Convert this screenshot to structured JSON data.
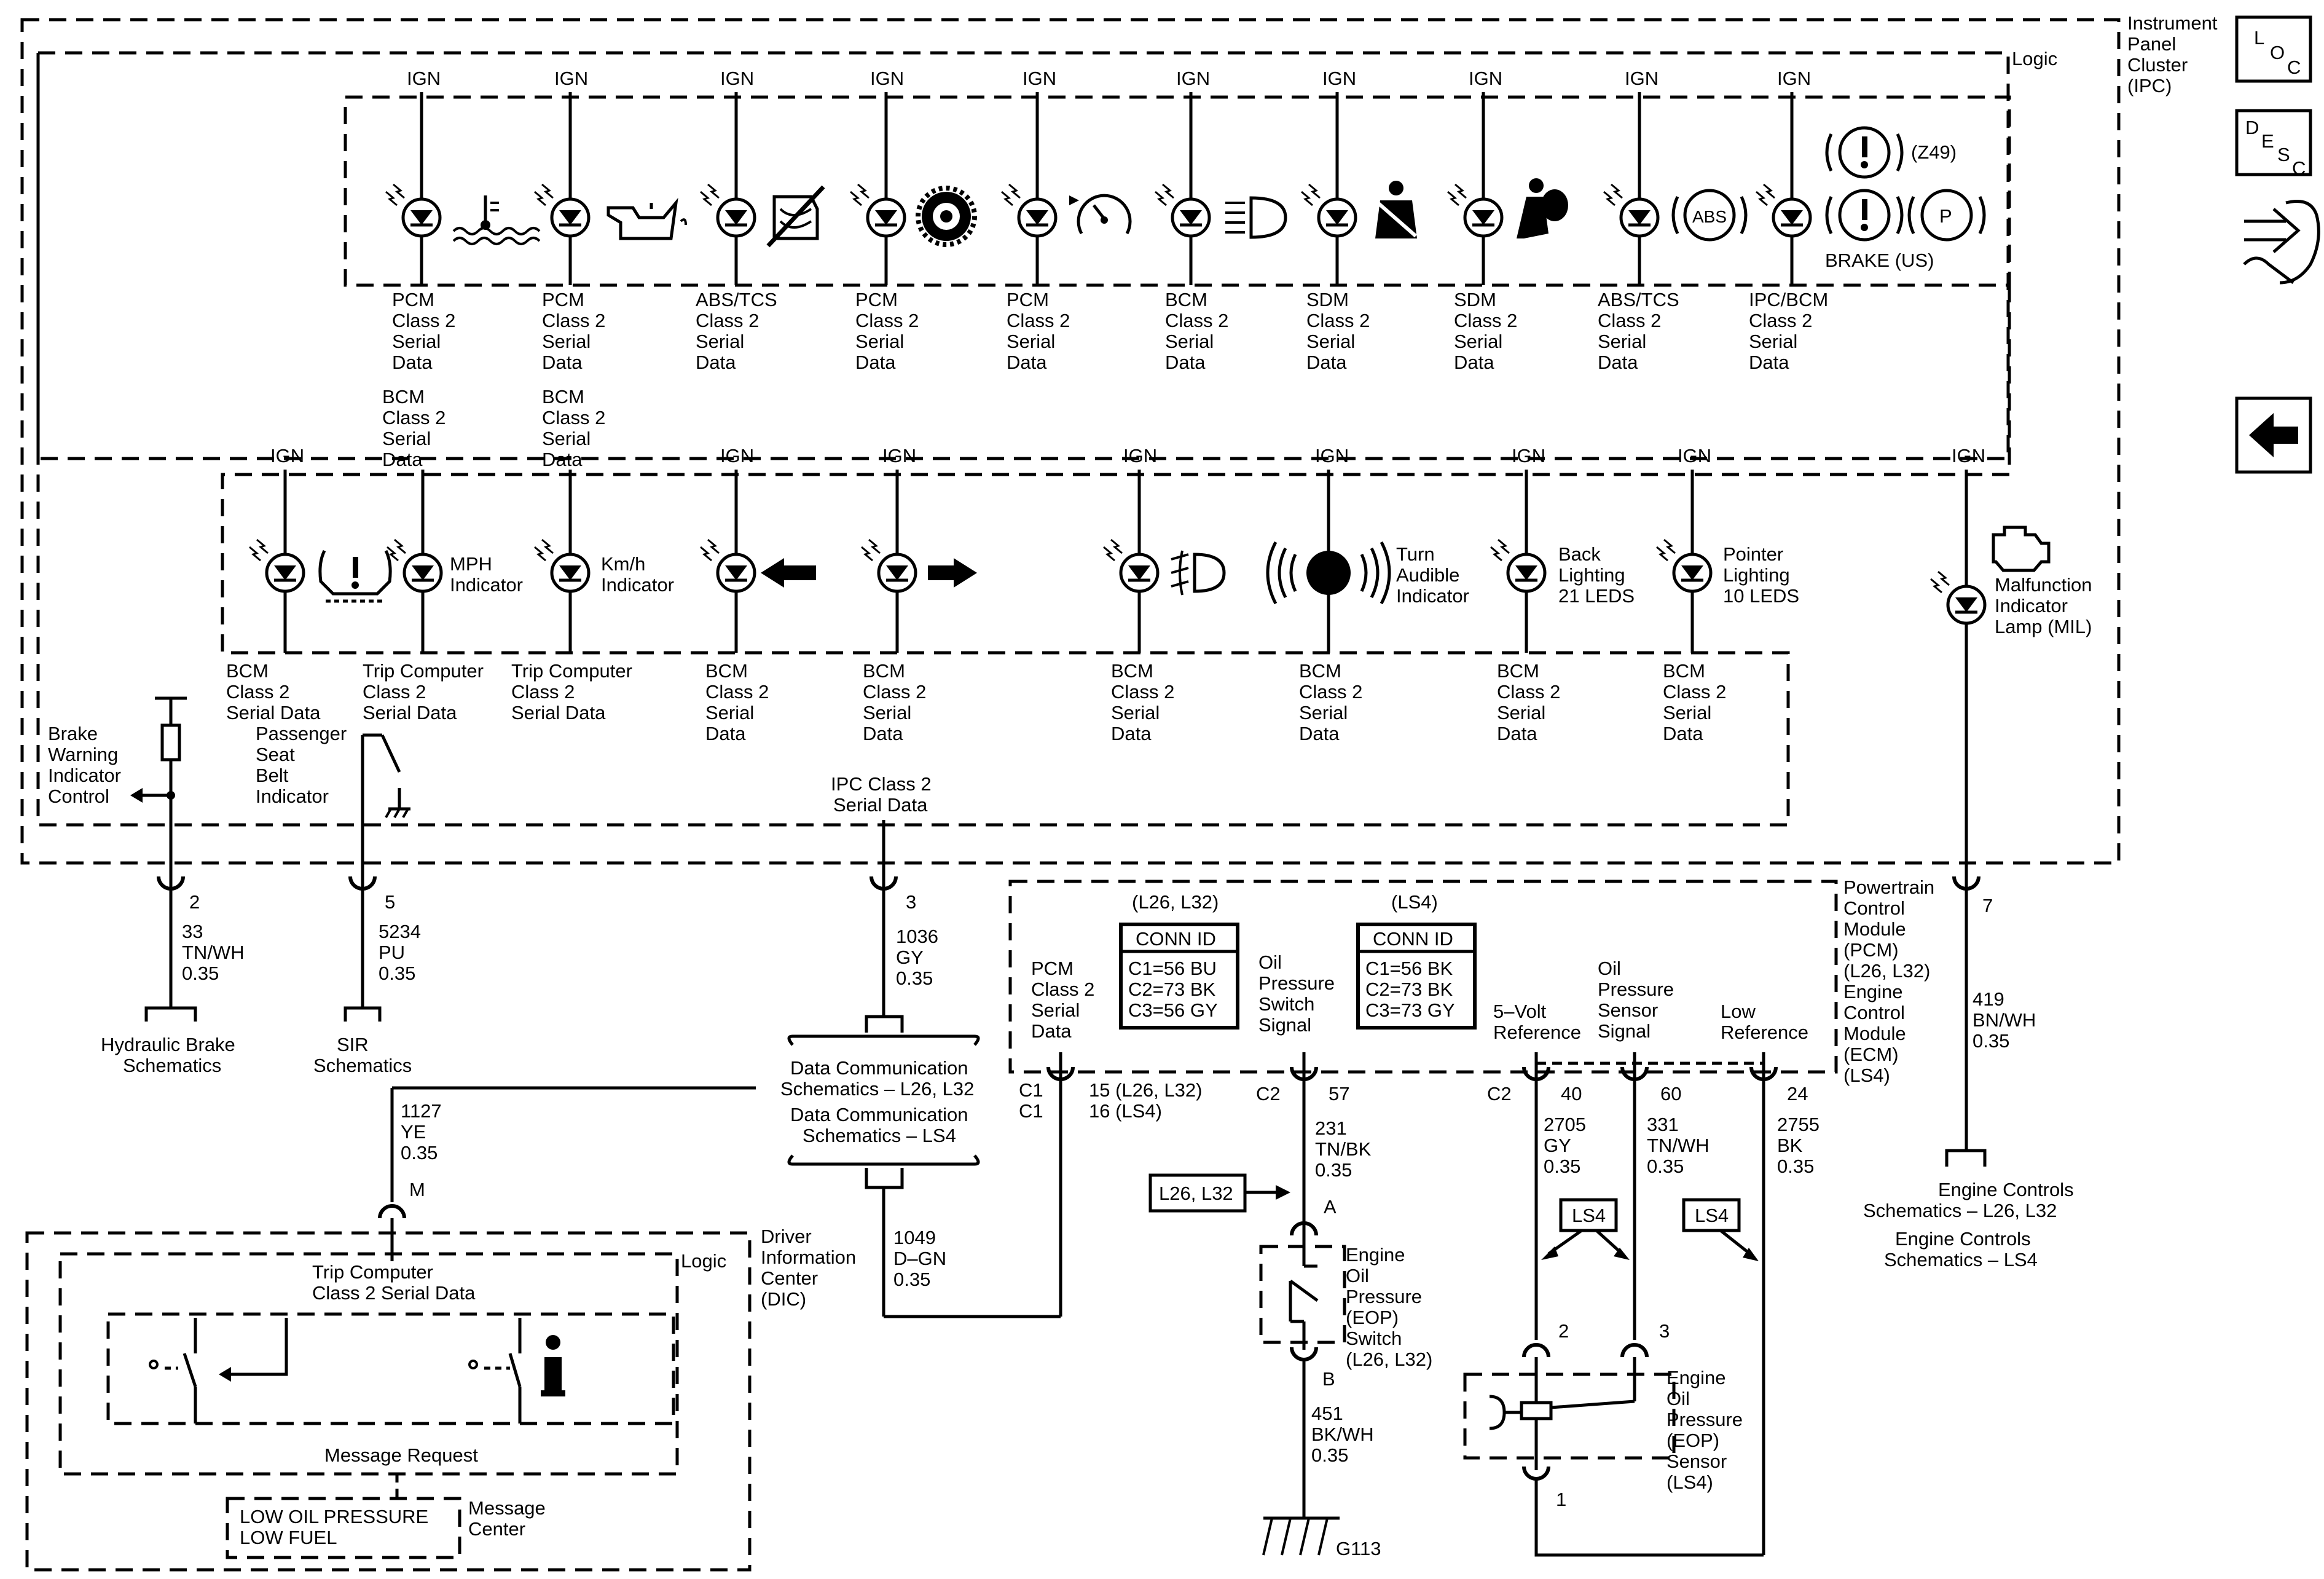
{
  "nav": {
    "loc_label": "LOC",
    "desc_label": "DESC"
  },
  "ipc": {
    "title": "Instrument Panel Cluster (IPC)",
    "logic": "Logic",
    "top_row": [
      {
        "ign": "IGN",
        "icon": "coolant-temp-icon",
        "source": "PCM Class 2 Serial Data"
      },
      {
        "ign": "IGN",
        "icon": "oil-pressure-icon",
        "source": "PCM Class 2 Serial Data"
      },
      {
        "ign": "IGN",
        "icon": "traction-off-icon",
        "source": "ABS/TCS Class 2 Serial Data"
      },
      {
        "ign": "IGN",
        "icon": "transmission-gear-icon",
        "source": "PCM Class 2 Serial Data"
      },
      {
        "ign": "IGN",
        "icon": "cruise-speedometer-icon",
        "source": "PCM Class 2 Serial Data"
      },
      {
        "ign": "IGN",
        "icon": "high-beam-icon",
        "source": "BCM Class 2 Serial Data"
      },
      {
        "ign": "IGN",
        "icon": "seat-belt-icon",
        "source": "SDM Class 2 Serial Data"
      },
      {
        "ign": "IGN",
        "icon": "airbag-icon",
        "source": "SDM Class 2 Serial Data"
      },
      {
        "ign": "IGN",
        "icon": "abs-icon",
        "source": "ABS/TCS Class 2 Serial Data"
      },
      {
        "ign": "IGN",
        "icon": "brake-warning-icon",
        "source": "IPC/BCM Class 2 Serial Data"
      }
    ],
    "z49": "(Z49)",
    "brake_us": "BRAKE (US)",
    "abs": "ABS",
    "park": "P",
    "bcm_extra_1": "BCM Class 2 Serial Data",
    "bcm_extra_2": "BCM Class 2 Serial Data",
    "mid_row": [
      {
        "ign": "IGN",
        "label": "",
        "source": "BCM Class 2 Serial Data"
      },
      {
        "ign": "",
        "label": "MPH Indicator",
        "source": "Trip Computer Class 2 Serial Data"
      },
      {
        "ign": "",
        "label": "Km/h Indicator",
        "source": "Trip Computer Class 2 Serial Data"
      },
      {
        "ign": "IGN",
        "label": "",
        "source": "BCM Class 2 Serial Data"
      },
      {
        "ign": "IGN",
        "label": "",
        "source": "BCM Class 2 Serial Data"
      },
      {
        "ign": "IGN",
        "label": "",
        "source": "BCM Class 2 Serial Data"
      },
      {
        "ign": "IGN",
        "label": "Turn Audible Indicator",
        "source": "BCM Class 2 Serial Data"
      },
      {
        "ign": "IGN",
        "label": "Back Lighting 21 LEDS",
        "source": "BCM Class 2 Serial Data"
      },
      {
        "ign": "IGN",
        "label": "Pointer Lighting 10 LEDS",
        "source": "BCM Class 2 Serial Data"
      }
    ],
    "mil": {
      "ign": "IGN",
      "label": "Malfunction Indicator Lamp (MIL)"
    },
    "brake_warning": "Brake Warning Indicator Control",
    "seat_belt": "Passenger Seat Belt Indicator",
    "ipc_serial": "IPC Class 2 Serial Data"
  },
  "pins": {
    "p2": {
      "pin": "2",
      "circuit": "33",
      "color": "TN/WH",
      "gauge": "0.35"
    },
    "p5": {
      "pin": "5",
      "circuit": "5234",
      "color": "PU",
      "gauge": "0.35"
    },
    "p3": {
      "pin": "3",
      "circuit": "1036",
      "color": "GY",
      "gauge": "0.35"
    },
    "p7": {
      "pin": "7",
      "circuit": "419",
      "color": "BN/WH",
      "gauge": "0.35"
    }
  },
  "refs": {
    "hydraulic": "Hydraulic Brake Schematics",
    "sir": "SIR Schematics",
    "data_comm_1": "Data Communication Schematics – L26, L32",
    "data_comm_2": "Data Communication Schematics – LS4",
    "engine_controls_1": "Engine Controls Schematics – L26, L32",
    "engine_controls_2": "Engine Controls Schematics – LS4"
  },
  "pcm": {
    "title": "Powertrain Control Module (PCM) (L26, L32) Engine Control Module (ECM) (LS4)",
    "l26_head": "(L26, L32)",
    "ls4_head": "(LS4)",
    "conn_id": "CONN ID",
    "l26_lines": [
      "C1=56 BU",
      "C2=73 BK",
      "C3=56 GY"
    ],
    "ls4_lines": [
      "C1=56 BK",
      "C2=73 BK",
      "C3=73 GY"
    ],
    "sig_pcm_data": "PCM Class 2 Serial Data",
    "sig_oil_switch": "Oil Pressure Switch Signal",
    "sig_5v_ref": "5–Volt Reference",
    "sig_oil_sensor": "Oil Pressure Sensor Signal",
    "sig_low_ref": "Low Reference"
  },
  "wires": {
    "c1a": "C1",
    "c1b": "C1",
    "w15": "15 (L26, L32)",
    "w16": "16 (LS4)",
    "c2a": "C2",
    "w57": "57",
    "w231": "231",
    "tnbk": "TN/BK",
    "g035a": "0.35",
    "c2b": "C2",
    "w40": "40",
    "w2705": "2705",
    "gy": "GY",
    "g035b": "0.35",
    "w60": "60",
    "w331": "331",
    "tnwh": "TN/WH",
    "g035c": "0.35",
    "w24": "24",
    "w2755": "2755",
    "bk": "BK",
    "g035d": "0.35",
    "w1127": "1127",
    "ye": "YE",
    "g035e": "0.35",
    "pin_m": "M",
    "w1049": "1049",
    "dgn": "D–GN",
    "g035f": "0.35",
    "pin_a": "A",
    "pin_b": "B",
    "w451": "451",
    "bkwh": "BK/WH",
    "g035g": "0.35",
    "ground": "G113",
    "pin_2": "2",
    "pin_3": "3",
    "pin_1": "1",
    "tag_l26": "L26, L32",
    "tag_ls4a": "LS4",
    "tag_ls4b": "LS4"
  },
  "eop_switch": "Engine Oil Pressure (EOP) Switch (L26, L32)",
  "eop_sensor": "Engine Oil Pressure (EOP) Sensor (LS4)",
  "dic": {
    "title": "Driver Information Center (DIC)",
    "logic": "Logic",
    "trip": "Trip Computer Class 2 Serial Data",
    "msg_req": "Message Request",
    "msg_center": "Message Center",
    "low_oil": "LOW OIL PRESSURE",
    "low_fuel": "LOW FUEL"
  }
}
